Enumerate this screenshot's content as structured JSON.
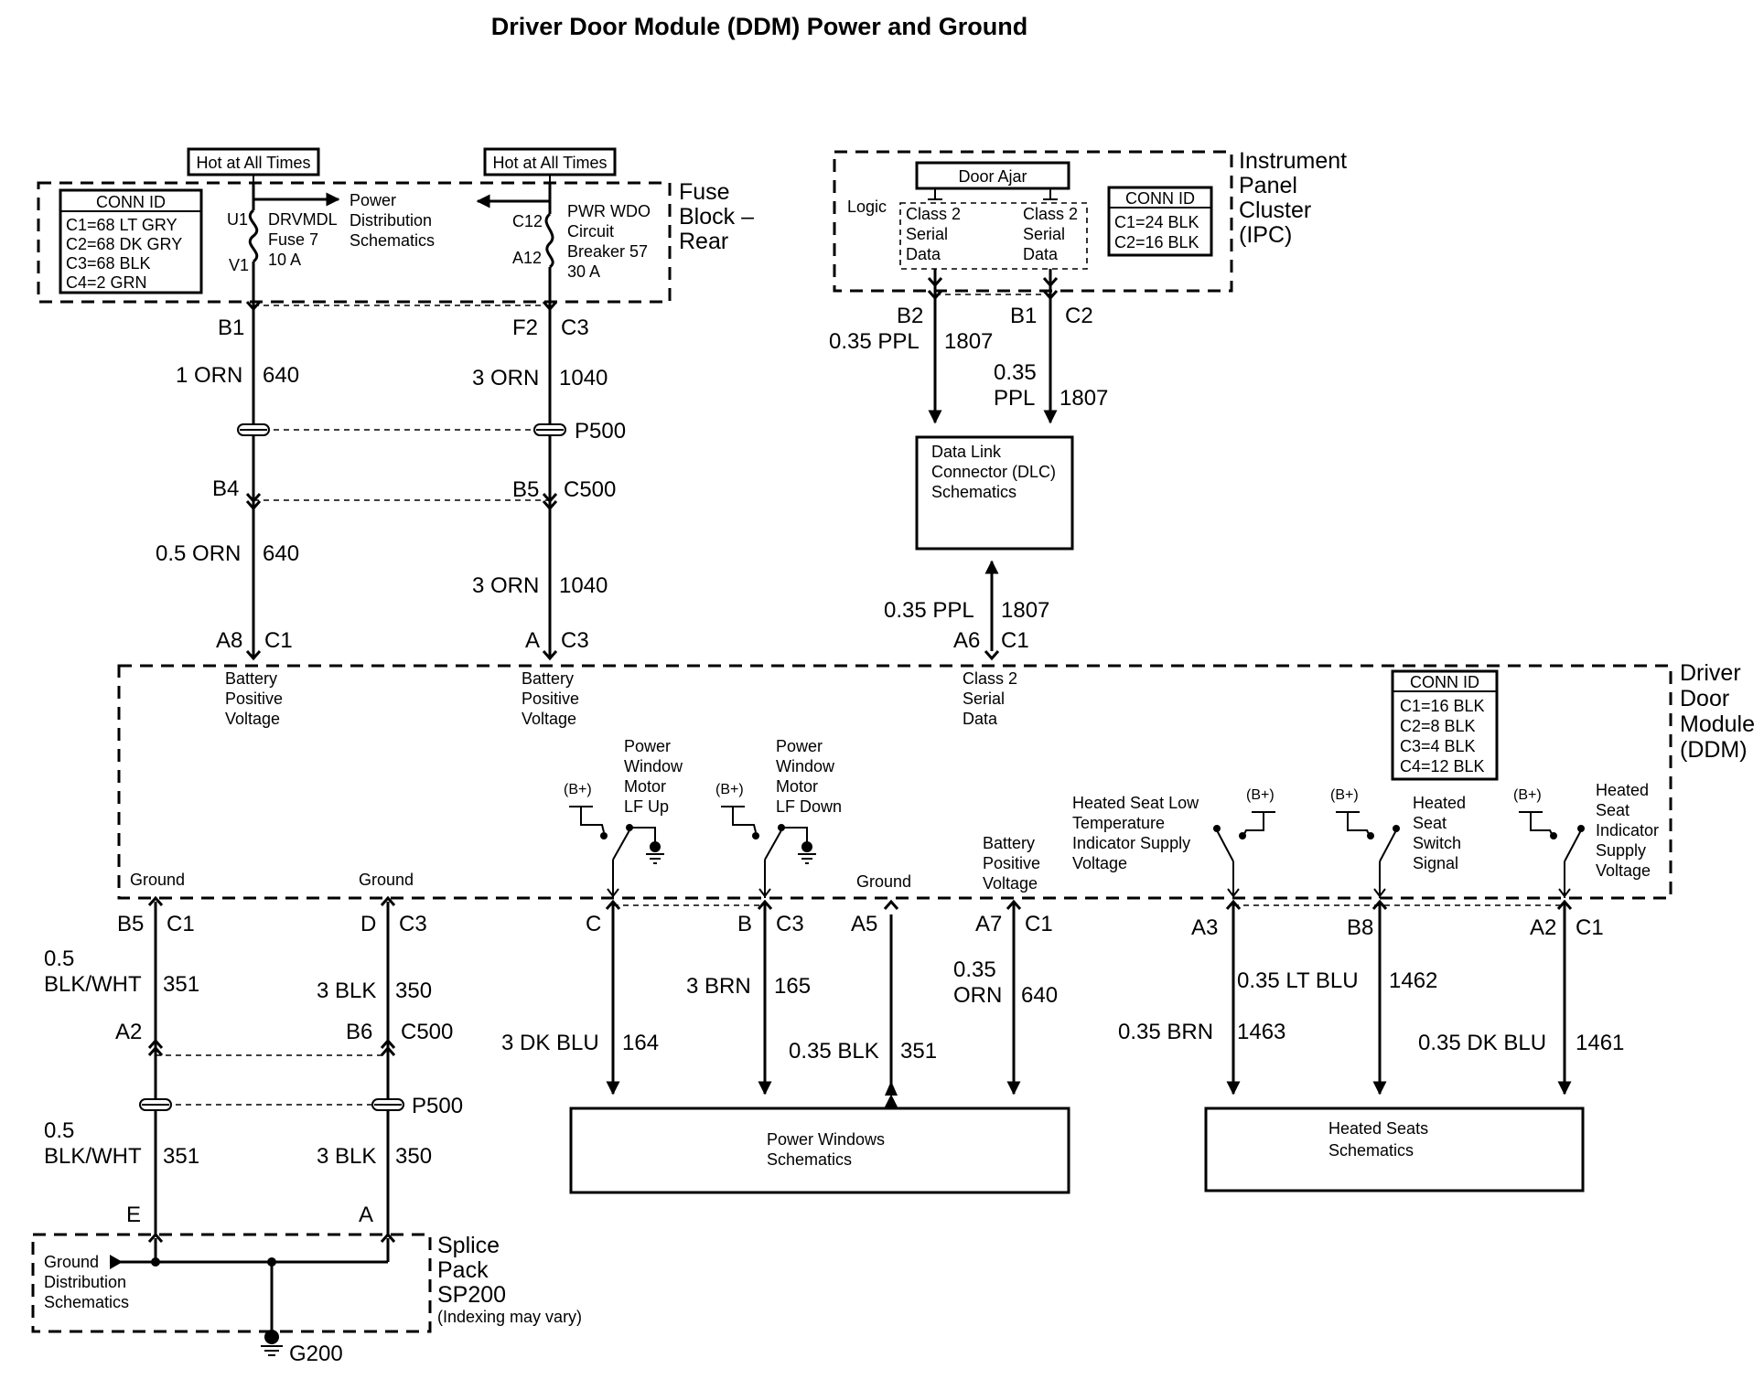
{
  "title": "Driver Door Module (DDM) Power and Ground",
  "colors": {
    "ink": "#000000",
    "paper": "#ffffff"
  },
  "fuse_block": {
    "name": [
      "Fuse",
      "Block –",
      "Rear"
    ],
    "hot_left": "Hot at All Times",
    "hot_right": "Hot at All Times",
    "conn_title": "CONN ID",
    "conn_ids": [
      "C1=68 LT GRY",
      "C2=68 DK GRY",
      "C3=68 BLK",
      "C4=2 GRN"
    ],
    "fuse_pins": [
      "U1",
      "V1"
    ],
    "fuse_label": [
      "DRVMDL",
      "Fuse 7",
      "10 A"
    ],
    "power_dist": [
      "Power",
      "Distribution",
      "Schematics"
    ],
    "breaker_pins": [
      "C12",
      "A12"
    ],
    "breaker_label": [
      "PWR WDO",
      "Circuit",
      "Breaker 57",
      "30 A"
    ]
  },
  "ipc": {
    "name": [
      "Instrument",
      "Panel",
      "Cluster",
      "(IPC)"
    ],
    "door_ajar": "Door Ajar",
    "logic": "Logic",
    "class2_left": [
      "Class 2",
      "Serial",
      "Data"
    ],
    "class2_right": [
      "Class 2",
      "Serial",
      "Data"
    ],
    "conn_title": "CONN ID",
    "conn_ids": [
      "C1=24 BLK",
      "C2=16 BLK"
    ]
  },
  "dlc": [
    "Data Link",
    "Connector (DLC)",
    "Schematics"
  ],
  "ddm": {
    "name": [
      "Driver",
      "Door",
      "Module",
      "(DDM)"
    ],
    "conn_title": "CONN ID",
    "conn_ids": [
      "C1=16 BLK",
      "C2=8 BLK",
      "C3=4 BLK",
      "C4=12 BLK"
    ],
    "bpv_1": [
      "Battery",
      "Positive",
      "Voltage"
    ],
    "bpv_2": [
      "Battery",
      "Positive",
      "Voltage"
    ],
    "class2": [
      "Class 2",
      "Serial",
      "Data"
    ],
    "pw_up": [
      "Power",
      "Window",
      "Motor",
      "LF Up"
    ],
    "pw_down": [
      "Power",
      "Window",
      "Motor",
      "LF Down"
    ],
    "bplus": "(B+)",
    "bpv_3": [
      "Battery",
      "Positive",
      "Voltage"
    ],
    "hs_low": [
      "Heated Seat Low",
      "Temperature",
      "Indicator Supply",
      "Voltage"
    ],
    "hs_switch": [
      "Heated",
      "Seat",
      "Switch",
      "Signal"
    ],
    "hs_ind": [
      "Heated",
      "Seat",
      "Indicator",
      "Supply",
      "Voltage"
    ],
    "ground": "Ground"
  },
  "pins": {
    "b1": "B1",
    "f2": "F2",
    "c3": "C3",
    "p500": "P500",
    "b4": "B4",
    "b5": "B5",
    "c500": "C500",
    "a8": "A8",
    "c1": "C1",
    "a": "A",
    "b2": "B2",
    "c2": "C2",
    "a6": "A6",
    "d": "D",
    "c": "C",
    "b": "B",
    "a5": "A5",
    "a7": "A7",
    "a3": "A3",
    "b8": "B8",
    "a2": "A2",
    "b6": "B6",
    "e": "E"
  },
  "wires": {
    "w640a": [
      "1 ORN",
      "640"
    ],
    "w1040a": [
      "3 ORN",
      "1040"
    ],
    "w640b": [
      "0.5 ORN",
      "640"
    ],
    "w1040b": [
      "3 ORN",
      "1040"
    ],
    "w1807a": [
      "0.35 PPL",
      "1807"
    ],
    "w1807b": [
      "0.35",
      "PPL",
      "1807"
    ],
    "w1807c": [
      "0.35 PPL",
      "1807"
    ],
    "w351a": [
      "0.5",
      "BLK/WHT",
      "351"
    ],
    "w350a": [
      "3 BLK",
      "350"
    ],
    "w351b": [
      "0.5",
      "BLK/WHT",
      "351"
    ],
    "w350b": [
      "3 BLK",
      "350"
    ],
    "w164": [
      "3 DK BLU",
      "164"
    ],
    "w165": [
      "3 BRN",
      "165"
    ],
    "w351c": [
      "0.35 BLK",
      "351"
    ],
    "w640c": [
      "0.35",
      "ORN",
      "640"
    ],
    "w1463": [
      "0.35 BRN",
      "1463"
    ],
    "w1462": [
      "0.35 LT BLU",
      "1462"
    ],
    "w1461": [
      "0.35 DK BLU",
      "1461"
    ]
  },
  "power_windows": [
    "Power Windows",
    "Schematics"
  ],
  "heated_seats": [
    "Heated Seats",
    "Schematics"
  ],
  "splice": {
    "name": [
      "Splice",
      "Pack",
      "SP200"
    ],
    "note": "(Indexing may vary)",
    "ground_dist": [
      "Ground",
      "Distribution",
      "Schematics"
    ],
    "g200": "G200"
  }
}
